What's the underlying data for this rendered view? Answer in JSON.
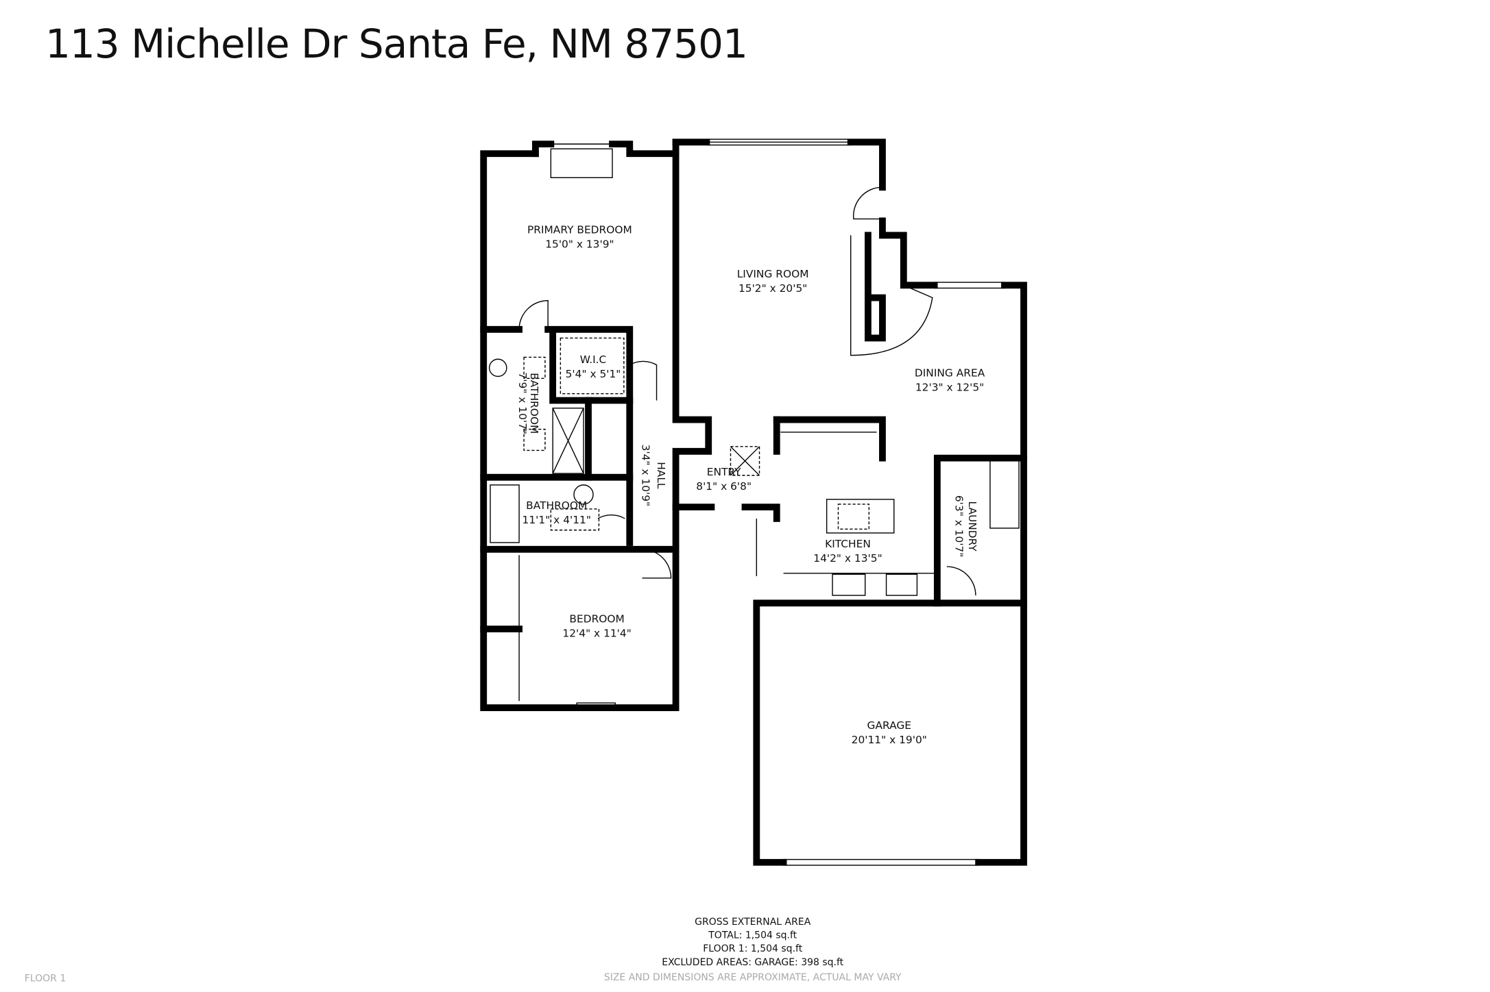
{
  "title": "113 Michelle Dr Santa Fe, NM 87501",
  "rooms": {
    "primary_bedroom": {
      "name": "PRIMARY BEDROOM",
      "dims": "15'0\" x 13'9\""
    },
    "living_room": {
      "name": "LIVING ROOM",
      "dims": "15'2\" x 20'5\""
    },
    "dining_area": {
      "name": "DINING AREA",
      "dims": "12'3\" x 12'5\""
    },
    "wic": {
      "name": "W.I.C",
      "dims": "5'4\" x 5'1\""
    },
    "bathroom_1": {
      "name": "BATHROOM",
      "dims": "7'9\" x 10'7\""
    },
    "hall": {
      "name": "HALL",
      "dims": "3'4\" x 10'9\""
    },
    "entry": {
      "name": "ENTRY",
      "dims": "8'1\" x 6'8\""
    },
    "bathroom_2": {
      "name": "BATHROOM",
      "dims": "11'1\" x 4'11\""
    },
    "kitchen": {
      "name": "KITCHEN",
      "dims": "14'2\" x 13'5\""
    },
    "laundry": {
      "name": "LAUNDRY",
      "dims": "6'3\" x 10'7\""
    },
    "bedroom": {
      "name": "BEDROOM",
      "dims": "12'4\" x 11'4\""
    },
    "garage": {
      "name": "GARAGE",
      "dims": "20'11\" x 19'0\""
    }
  },
  "footer": {
    "heading": "GROSS EXTERNAL AREA",
    "total": "TOTAL: 1,504 sq.ft",
    "floor1": "FLOOR 1: 1,504 sq.ft",
    "excluded": "EXCLUDED AREAS: GARAGE: 398 sq.ft",
    "disclaimer": "SIZE AND DIMENSIONS ARE APPROXIMATE, ACTUAL MAY VARY",
    "floor_label": "FLOOR 1"
  }
}
